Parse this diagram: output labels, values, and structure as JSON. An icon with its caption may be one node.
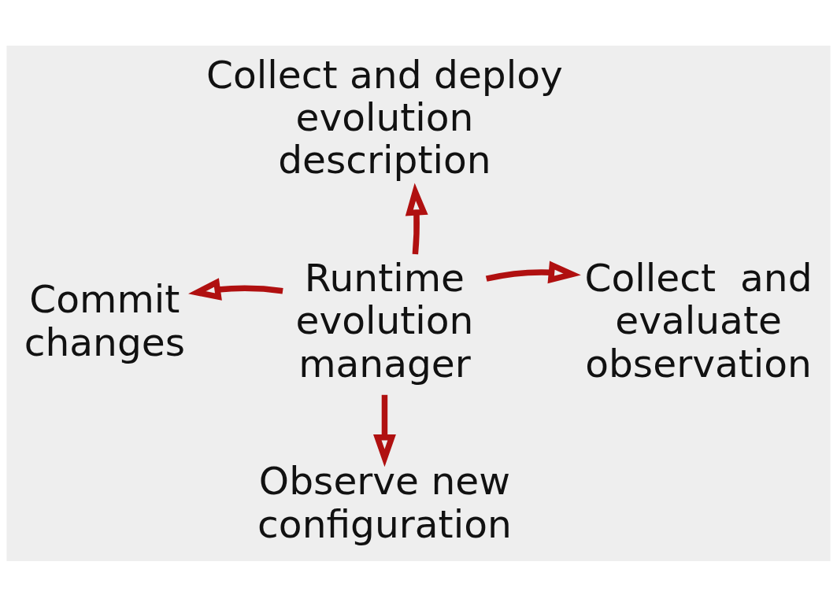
{
  "diagram": {
    "nodes": [
      {
        "text": [
          "Collect and deploy evolution description"
        ]
      },
      {
        "text": [
          "Commit changes"
        ]
      },
      {
        "text": [
          "Runtime evolution manager"
        ]
      },
      {
        "text": [
          "Collect  and evaluate observation"
        ]
      },
      {
        "text": [
          "Observe new configuration"
        ]
      }
    ],
    "edges": [
      {
        "from": 2,
        "to": 0,
        "arrow": "to"
      },
      {
        "from": 2,
        "to": 1,
        "arrow": "to"
      },
      {
        "from": 2,
        "to": 3,
        "arrow": "to"
      },
      {
        "from": 2,
        "to": 4,
        "arrow": "to"
      }
    ]
  }
}
